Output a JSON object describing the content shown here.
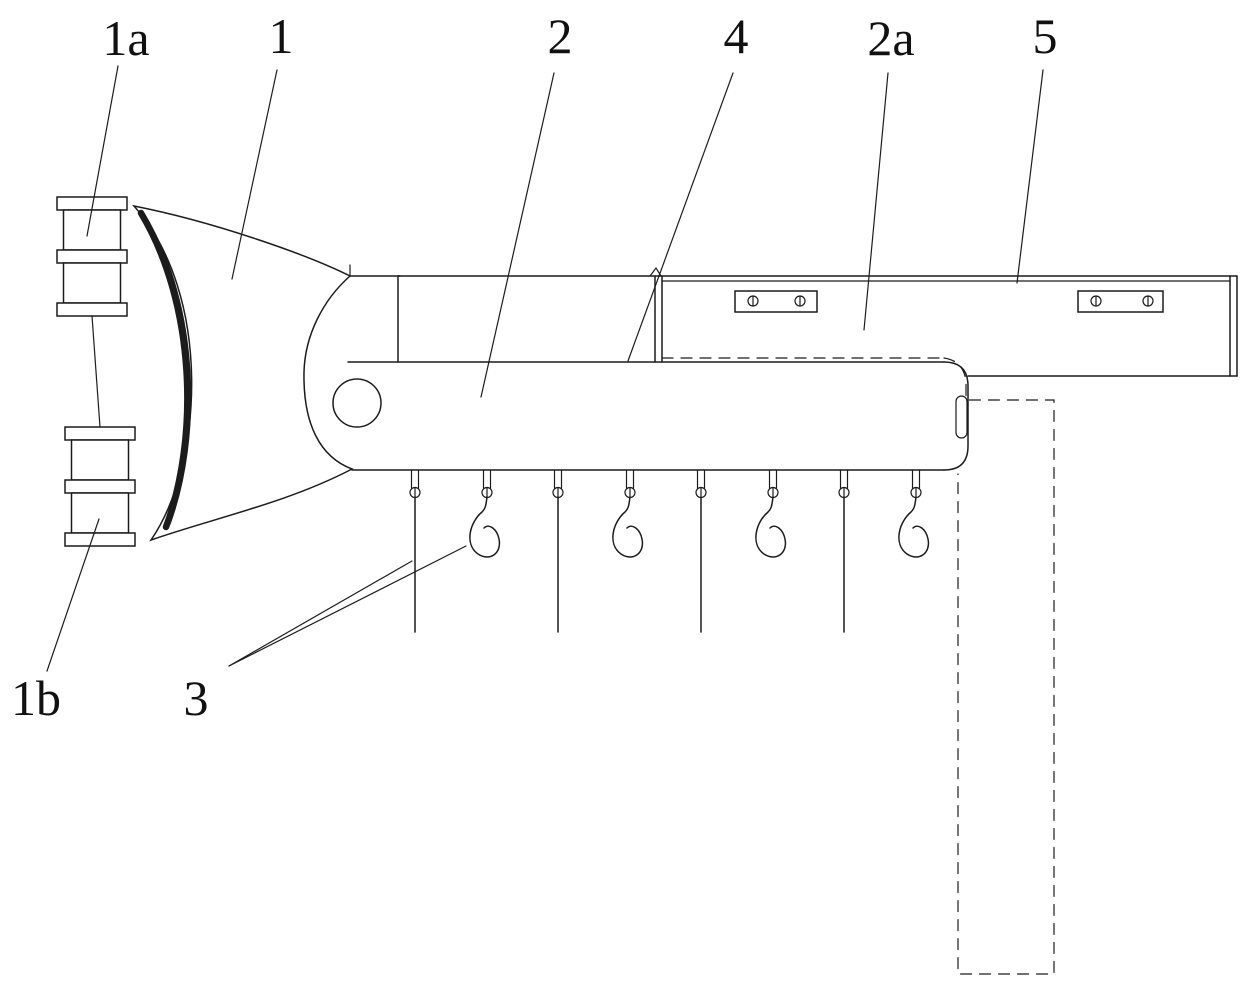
{
  "page": {
    "background": "#ffffff",
    "line_color": "#1c1c1c"
  },
  "figure": {
    "type": "technical-diagram",
    "labels": [
      {
        "id": "1a",
        "text": "1a"
      },
      {
        "id": "1",
        "text": "1"
      },
      {
        "id": "2",
        "text": "2"
      },
      {
        "id": "4",
        "text": "4"
      },
      {
        "id": "2a",
        "text": "2a"
      },
      {
        "id": "5",
        "text": "5"
      },
      {
        "id": "1b",
        "text": "1b"
      },
      {
        "id": "3",
        "text": "3"
      }
    ]
  }
}
